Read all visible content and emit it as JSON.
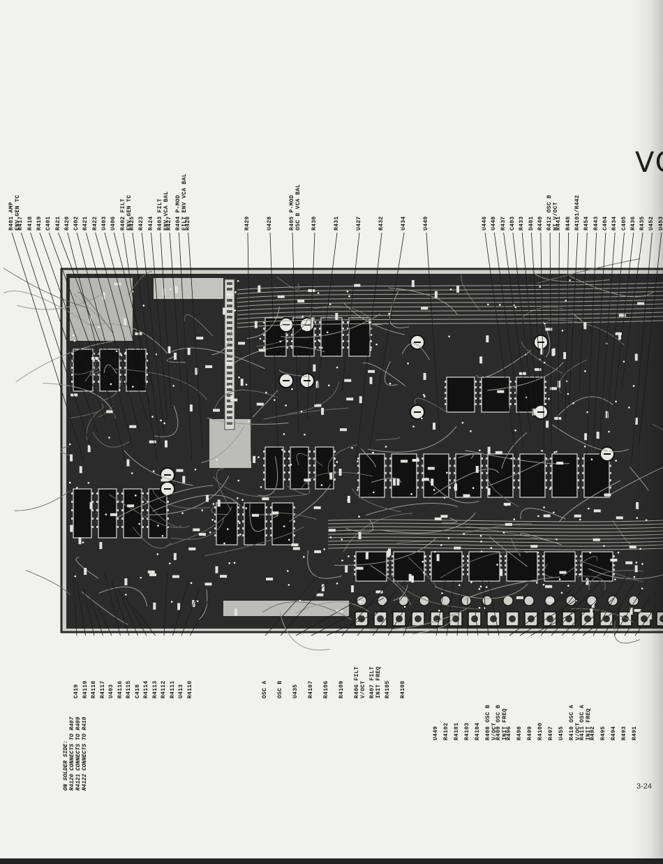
{
  "page": {
    "heading": "VO",
    "page_number": "3-24"
  },
  "note": {
    "text": "ON SOLDER SIDE:\nR4120 CONNECTS TO R407\nR4121 CONNECTS TO R409\nR4122 CONNECTS TO R410"
  },
  "labels_top_left": [
    "R401 AMP\nENV GEN TC",
    "R417",
    "R418",
    "R419",
    "C401",
    "R421",
    "R420",
    "C402",
    "R421",
    "R422",
    "U403",
    "U406",
    "R402 FILT\nENV GEN TC",
    "R425",
    "R423",
    "R424",
    "R403 FILT\nENV VCA BAL",
    "R427",
    "R404 P-MOD\nFILT ENV VCA BAL",
    "R428"
  ],
  "labels_top_mid": [
    "R429",
    "U428",
    "R405 P-MOD\nOSC B VCA BAL",
    "R430",
    "R431",
    "U427",
    "R432",
    "U434",
    "U440"
  ],
  "labels_top_right": [
    "U446",
    "U448",
    "R437",
    "C403",
    "R433",
    "D401",
    "R440",
    "R412 OSC B\nHI V/OCT",
    "R441",
    "R448",
    "R4101/R442",
    "R454",
    "R443",
    "C404",
    "R434",
    "C405",
    "R436",
    "R435",
    "U452",
    "U453"
  ],
  "labels_bottom_left": [
    "C419",
    "R4119",
    "R4118",
    "R4117",
    "U403",
    "R4116",
    "R4115",
    "C418",
    "R4114",
    "R4113",
    "R4112",
    "R4111",
    "U413",
    "R4110"
  ],
  "labels_bottom_mid": [
    "OSC A",
    "OSC B",
    "U435",
    "R4107",
    "R4106",
    "R4109",
    "R406 FILT\nV/OCT",
    "R407 FILT\nINIT FREQ",
    "R4105",
    "R4108"
  ],
  "labels_bottom_right": [
    "U449",
    "R4102",
    "R4101",
    "R4103",
    "R4104",
    "R408 OSC B\nV/OCT",
    "R409 OSC B\nINIT FREQ",
    "R496",
    "R498",
    "R499",
    "R4100",
    "R497",
    "U455",
    "R410 OSC A\nV/OCT",
    "R411 OSC A\nINIT FREQ",
    "R492",
    "R495",
    "R494",
    "R493",
    "R491"
  ]
}
